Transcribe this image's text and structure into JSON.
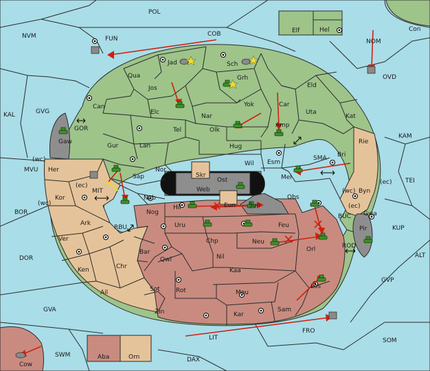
{
  "provinces": {
    "POL": "POL",
    "NVM": "NVM",
    "FUN": "FUN",
    "COB": "COB",
    "Elf": "Elf",
    "Hel": "Hel",
    "Con": "Con",
    "NOM": "NOM",
    "OVD": "OVD",
    "KAL": "KAL",
    "GVG": "GVG",
    "GOR": "GOR",
    "Gaw": "Gaw",
    "Jad": "Jad",
    "Sch": "Sch",
    "Qua": "Qua",
    "Jos": "Jos",
    "Grh": "Grh",
    "Eld": "Eld",
    "Can": "Can",
    "Elc": "Elc",
    "Nar": "Nar",
    "Yok": "Yok",
    "Car": "Car",
    "Uta": "Uta",
    "Kat": "Kat",
    "KAM": "KAM",
    "Tel": "Tel",
    "Olk": "Olk",
    "Amp": "Amp",
    "Gur": "Gur",
    "Lan": "Lan",
    "Hug": "Hug",
    "Rie": "Rie",
    "Bri": "Bri",
    "SMA": "SMA",
    "MVU": "MVU",
    "Her": "Her",
    "wc1": "(wc)",
    "Nor": "Nor",
    "Wil": "Wil",
    "Esm": "Esm",
    "Skr": "Skr",
    "Ost": "Ost",
    "Web": "Web",
    "Mel": "Mel",
    "Byn": "Byn",
    "ec1": "(ec)",
    "TEI": "TEI",
    "Sap": "Sap",
    "MIT": "MIT",
    "ec2": "(ec)",
    "Kor": "Kor",
    "wc2": "(wc)",
    "Nab": "Nab",
    "Hil": "Hil",
    "Eun": "Eun",
    "Sun": "Sun",
    "Obs": "Obs",
    "wc3": "(wc)",
    "Gwa": "Gwa",
    "ec3": "(ec)",
    "BOR": "BOR",
    "RBU": "RBU",
    "Nog": "Nog",
    "Ark": "Ark",
    "Uru": "Uru",
    "Feu": "Feu",
    "BUC": "BUC",
    "Pir": "Pir",
    "KUP": "KUP",
    "Ver": "Ver",
    "Chp": "Chp",
    "Neu": "Neu",
    "Orl": "Orl",
    "Bar": "Bar",
    "Qwi": "Qwi",
    "Nil": "Nil",
    "ROD": "ROD",
    "DOR": "DOR",
    "ALT": "ALT",
    "Ken": "Ken",
    "Chr": "Chr",
    "Kaa": "Kaa",
    "Rot": "Rot",
    "GVP": "GVP",
    "Ail": "Ail",
    "Sot": "Sot",
    "Mou": "Mou",
    "Los": "Los",
    "GVA": "GVA",
    "Zin": "Zin",
    "Kar": "Kar",
    "Sam": "Sam",
    "FRO": "FRO",
    "SOM": "SOM",
    "LIT": "LIT",
    "SWM": "SWM",
    "Aba": "Aba",
    "Orn": "Orn",
    "DAX": "DAX",
    "Cow": "Cow"
  },
  "colors": {
    "sea": "#a9dde8",
    "north_power": "#9ec48a",
    "west_power": "#e5c39a",
    "south_power": "#c98b80",
    "neutral": "#8e8e8e",
    "order_arrow": "#d02010"
  }
}
